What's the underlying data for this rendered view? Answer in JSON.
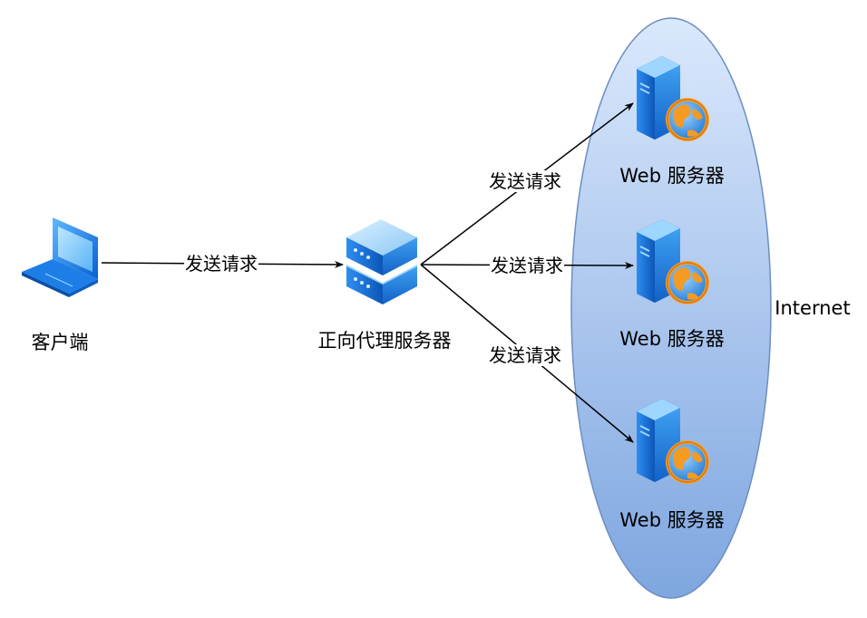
{
  "nodes": {
    "client": {
      "label": "客户端",
      "icon": "laptop-icon"
    },
    "proxy": {
      "label": "正向代理服务器",
      "icon": "server-stack-icon"
    },
    "web_servers": [
      {
        "label": "Web 服务器",
        "icon": "web-server-icon"
      },
      {
        "label": "Web 服务器",
        "icon": "web-server-icon"
      },
      {
        "label": "Web 服务器",
        "icon": "web-server-icon"
      }
    ],
    "internet": {
      "label": "Internet"
    }
  },
  "edges": [
    {
      "from": "client",
      "to": "proxy",
      "label": "发送请求"
    },
    {
      "from": "proxy",
      "to": "web_server_1",
      "label": "发送请求"
    },
    {
      "from": "proxy",
      "to": "web_server_2",
      "label": "发送请求"
    },
    {
      "from": "proxy",
      "to": "web_server_3",
      "label": "发送请求"
    }
  ],
  "colors": {
    "ellipse_top": "#dae8fc",
    "ellipse_bottom": "#7ea6e0",
    "ellipse_stroke": "#6c8ebf",
    "icon_blue": "#1e7ee8",
    "globe_orange": "#f59a23"
  }
}
